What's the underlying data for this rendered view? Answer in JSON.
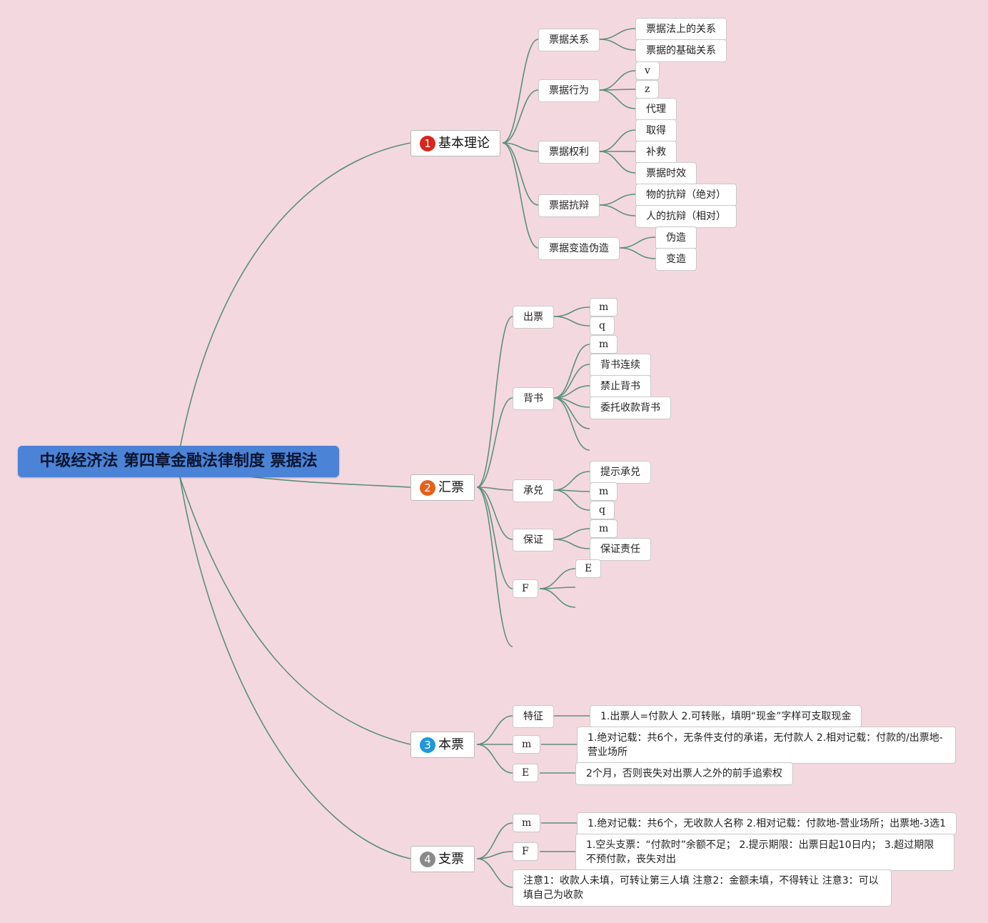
{
  "root": "中级经济法 第四章金融法律制度 票据法",
  "colors": {
    "background": "#f4d8e0",
    "line": "#5a8f7b",
    "root": "#4b83d6",
    "num1": "#d7261e",
    "num2": "#e2621b",
    "num3": "#1e98d8",
    "num4": "#8a8a8a"
  },
  "topic1": {
    "num": "1",
    "label": "基本理论",
    "relations": {
      "label": "票据关系",
      "children": [
        "票据法上的关系",
        "票据的基础关系"
      ]
    },
    "acts": {
      "label": "票据行为",
      "children": [
        "v",
        "z",
        "代理"
      ]
    },
    "rights": {
      "label": "票据权利",
      "children": [
        "取得",
        "补救",
        "票据时效"
      ]
    },
    "defense": {
      "label": "票据抗辩",
      "children": [
        "物的抗辩（绝对）",
        "人的抗辩（相对）"
      ]
    },
    "alter": {
      "label": "票据变造伪造",
      "children": [
        "伪造",
        "变造"
      ]
    }
  },
  "topic2": {
    "num": "2",
    "label": "汇票",
    "issue": {
      "label": "出票",
      "children": [
        "m",
        "q"
      ]
    },
    "endorse": {
      "label": "背书",
      "children": [
        "m",
        "背书连续",
        "禁止背书",
        "委托收款背书"
      ]
    },
    "accept": {
      "label": "承兑",
      "children": [
        "提示承兑",
        "m",
        "q"
      ]
    },
    "guarantee": {
      "label": "保证",
      "children": [
        "m",
        "保证责任"
      ]
    },
    "f": {
      "label": "F",
      "children": [
        "E"
      ]
    }
  },
  "topic3": {
    "num": "3",
    "label": "本票",
    "feature": {
      "label": "特征",
      "text": "1.出票人=付款人 2.可转账，填明“现金”字样可支取现金"
    },
    "m": {
      "label": "m",
      "text": "1.绝对记载：共6个，无条件支付的承诺，无付款人 2.相对记载：付款的/出票地-营业场所"
    },
    "e": {
      "label": "E",
      "text": "2个月，否则丧失对出票人之外的前手追索权"
    }
  },
  "topic4": {
    "num": "4",
    "label": "支票",
    "m": {
      "label": "m",
      "text": "1.绝对记载：共6个，无收款人名称 2.相对记载：付款地-营业场所；出票地-3选1"
    },
    "f": {
      "label": "F",
      "text": "1.空头支票：“付款时”余额不足； 2.提示期限：出票日起10日内； 3.超过期限不预付款，丧失对出"
    },
    "note": "注意1：收款人未填，可转让第三人填 注意2：金额未填，不得转让 注意3：可以填自己为收款"
  }
}
